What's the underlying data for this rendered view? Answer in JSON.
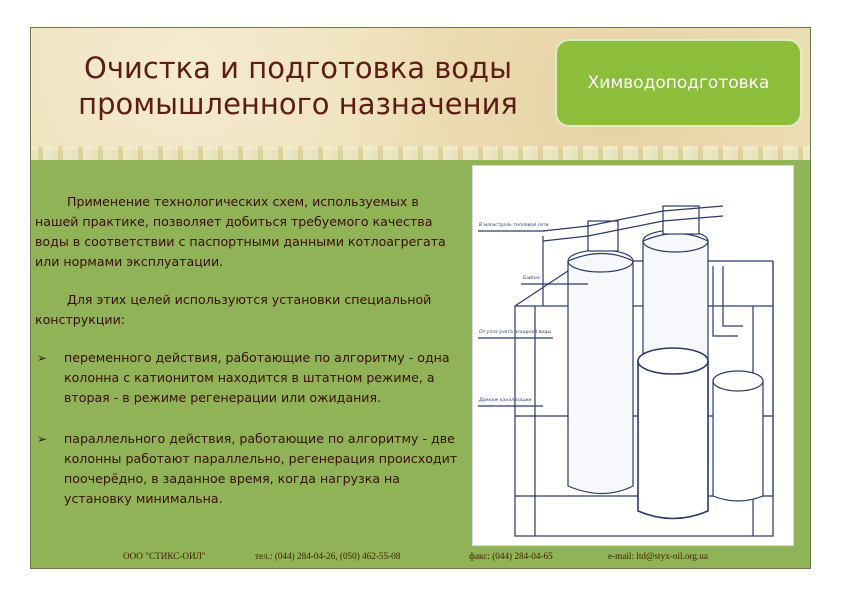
{
  "header": {
    "title_line1": "Очистка и подготовка воды",
    "title_line2": "промышленного назначения",
    "badge": "Химводоподготовка"
  },
  "body": {
    "para1": "Применение технологических схем, используемых в нашей практике, позволяет добиться требуемого качества воды в соответствии с паспортными данными котлоагрегата или нормами эксплуатации.",
    "para2": "Для этих целей используются установки специальной конструкции:",
    "bullet_mark": "➢",
    "bullet1": "переменного действия, работающие по алгоритму - одна колонна с катионитом находится в штатном режиме, а вторая - в режиме регенерации или ожидания.",
    "bullet2": "параллельного действия, работающие по алгоритму - две колонны работают параллельно, регенерация происходит поочерёдно, в заданное время, когда нагрузка на установку минимальна."
  },
  "diagram": {
    "labels": [
      "В магистраль тепловой сети",
      "Байпас",
      "От узла учета исходной воды",
      "Дренаж канализации"
    ]
  },
  "footer": {
    "company": "ООО \"СТИКС-ОИЛ\"",
    "phone": "тел.: (044)  284-04-26, (050) 462-55-08",
    "fax": "факс: (044) 284-04-65",
    "email": "e-mail: ltd@styx-oil.org.ua"
  }
}
